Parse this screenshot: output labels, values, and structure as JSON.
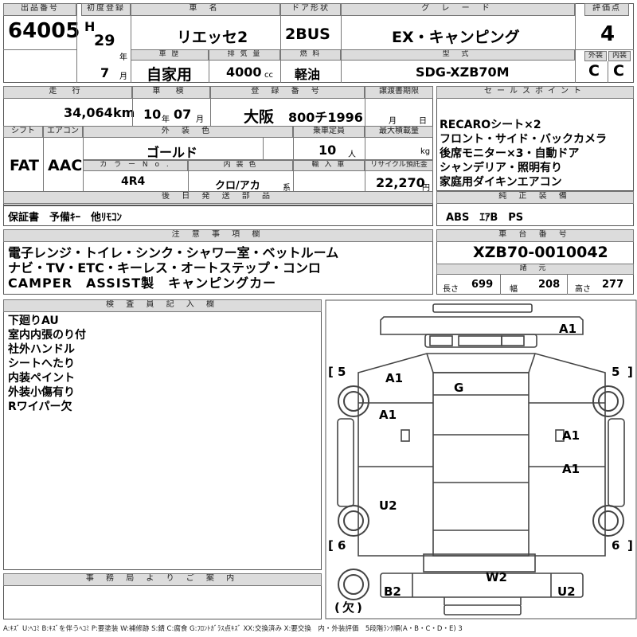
{
  "header": {
    "lot_label": "出品番号",
    "lot_number": "64005",
    "first_reg_label": "初度登録",
    "era": "H",
    "year": "29",
    "year_unit": "年",
    "month": "7",
    "month_unit": "月",
    "car_name_label": "車 名",
    "car_name": "リエッセ2",
    "door_label": "ドア形状",
    "door": "2BUS",
    "grade_label": "グ レ ー ド",
    "grade": "EX・キャンピング",
    "score_label": "評価点",
    "score": "4",
    "history_label": "車 歴",
    "history": "自家用",
    "displacement_label": "排 気 量",
    "displacement": "4000",
    "cc": "cc",
    "fuel_label": "燃 料",
    "fuel": "軽油",
    "model_label": "型 式",
    "model": "SDG-XZB70M",
    "exterior_label": "外装",
    "exterior": "C",
    "interior_label": "内装",
    "interior": "C"
  },
  "row2": {
    "mileage_label": "走 行",
    "mileage": "34,064",
    "km": "km",
    "inspection_label": "車 検",
    "insp_year": "10",
    "insp_year_unit": "年",
    "insp_month": "07",
    "insp_month_unit": "月",
    "reg_label": "登 録 番 号",
    "reg_area": "大阪",
    "reg_number": "800チ1996",
    "transfer_label": "譲渡書期限",
    "transfer_month": "月",
    "transfer_day": "日"
  },
  "row3": {
    "shift_label": "シフト",
    "shift": "FAT",
    "ac_label": "エアコン",
    "ac": "AAC",
    "ext_color_label": "外 装 色",
    "ext_color": "ゴールド",
    "capacity_label": "乗車定員",
    "capacity": "10",
    "capacity_unit": "人",
    "load_label": "最大積載量",
    "load_unit": "kg",
    "color_no_label": "カ ラ ー N o .",
    "color_no": "4R4",
    "int_color_label": "内 装 色",
    "int_color": "クロ/アカ",
    "int_color_suffix": "系",
    "import_label": "輸 入 車",
    "recycle_label": "リサイクル預託金",
    "recycle": "22,270",
    "recycle_unit": "円"
  },
  "sales": {
    "label": "セールスポイント",
    "items": [
      "RECAROシート×2",
      "フロント・サイド・バックカメラ",
      "後席モニター×3・自動ドア",
      "シャンデリア・照明有り",
      "家庭用ダイキンエアコン"
    ]
  },
  "delivery": {
    "label": "後 日 発 送 部 品",
    "text": "保証書　予備ｷｰ　他ﾘﾓｺﾝ"
  },
  "equipment": {
    "label": "純 正 装 備",
    "text": "ABS　ｴｱB　PS"
  },
  "notes": {
    "label": "注 意 事 項 欄",
    "lines": [
      "電子レンジ・トイレ・シンク・シャワー室・ベットルーム",
      "ナビ・TV・ETC・キーレス・オートステップ・コンロ",
      "CAMPER　ASSIST製　キャンピングカー"
    ]
  },
  "chassis": {
    "label": "車 台 番 号",
    "number": "XZB70-0010042",
    "dims_label": "諸 元",
    "length_label": "長さ",
    "length": "699",
    "width_label": "幅",
    "width": "208",
    "height_label": "高さ",
    "height": "277"
  },
  "inspector": {
    "label": "検 査 員 記 入 欄",
    "items": [
      "下廻りAU",
      "室内内張のり付",
      "社外ハンドル",
      "シートへたり",
      "内装ペイント",
      "外装小傷有り",
      "Rワイパー欠"
    ]
  },
  "office": {
    "label": "事 務 局 よ り ご 案 内"
  },
  "diagram": {
    "marks": {
      "front": "A1",
      "hood_l": "A1",
      "roof": "G",
      "left_door": "A1",
      "right_upper": "A1",
      "right_lower": "A1",
      "left_rear": "U2",
      "rear_mid": "W2",
      "rear_l": "B2",
      "rear_r": "U2"
    },
    "tyre_fl": "5",
    "tyre_fr": "5",
    "tyre_rl": "6",
    "tyre_rr": "6",
    "spare": "欠"
  },
  "legend": "A:ｷｽﾞ U:ﾍｺﾐ B:ｷｽﾞを伴うﾍｺﾐ P:要塗装 W:補修跡 S:錆 C:腐食 G:ﾌﾛﾝﾄｶﾞﾗｽ点ｷｽﾞ XX:交換済み X:要交換　内・外装評価　5段階ﾗﾝｸ順(A・B・C・D・E) 3"
}
